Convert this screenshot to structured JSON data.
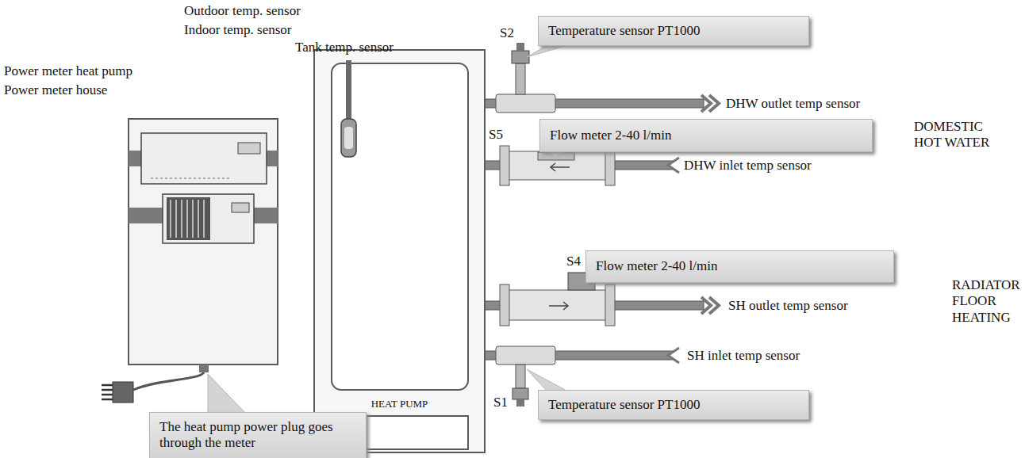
{
  "diagram": {
    "nodes": [
      {
        "text": [
          "HEAT PUMP"
        ]
      },
      {
        "text": [
          "Temperature sensor PT1000"
        ]
      },
      {
        "text": [
          "Flow meter 2-40 l/min"
        ]
      },
      {
        "text": [
          "Flow meter 2-40 l/min"
        ]
      },
      {
        "text": [
          "Temperature sensor PT1000"
        ]
      },
      {
        "text": [
          "The heat pump power plug goes through the meter"
        ]
      }
    ],
    "labels": [
      "Outdoor temp. sensor",
      "Indoor temp. sensor",
      "Tank temp. sensor",
      "S2",
      "DHW outlet temp sensor",
      "DOMESTIC HOT WATER",
      "Power meter heat pump",
      "Power meter house",
      "S5",
      "DHW inlet temp sensor",
      "S4",
      "SH outlet temp sensor",
      "RADIATOR FLOOR HEATING",
      "SH inlet temp sensor",
      "S1"
    ]
  }
}
